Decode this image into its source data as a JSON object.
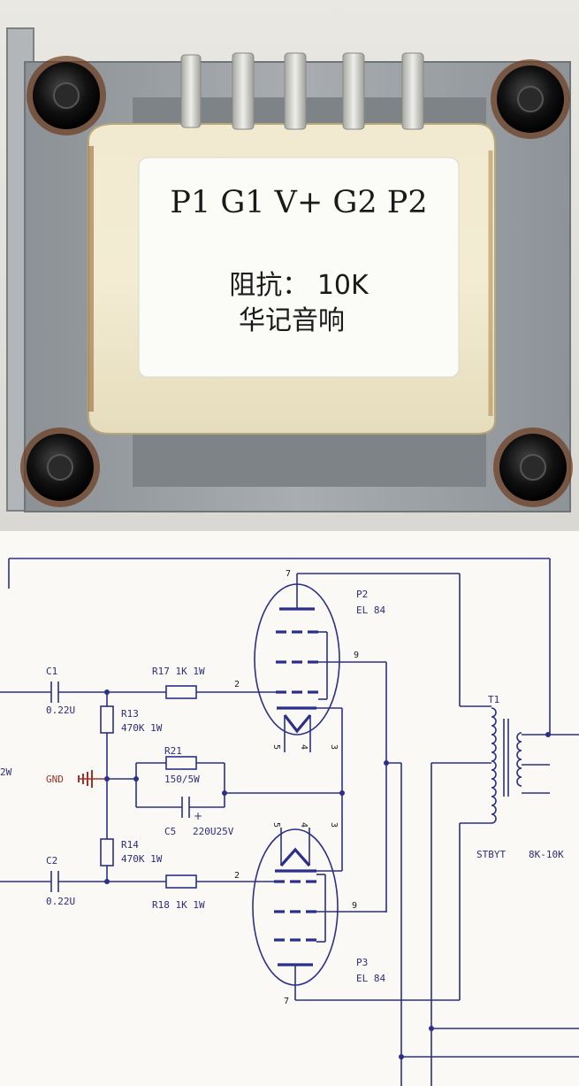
{
  "photo": {
    "label_line1": "P1 G1 V+ G2 P2",
    "label_line2": "阻抗：  10K",
    "label_line3": "华记音响"
  },
  "schematic": {
    "c1_name": "C1",
    "c1_value": "0.22U",
    "c2_name": "C2",
    "c2_value": "0.22U",
    "r17_label": "R17  1K  1W",
    "r18_label": "R18  1K  1W",
    "r13_name": "R13",
    "r13_value": "470K  1W",
    "r14_name": "R14",
    "r14_value": "470K  1W",
    "r21_name": "R21",
    "r21_value": "150/5W",
    "c5_name": "C5",
    "c5_value": "220U25V",
    "gnd_label": "GND",
    "edge_label": "2W",
    "p2_name": "P2",
    "p2_type": "EL 84",
    "p3_name": "P3",
    "p3_type": "EL 84",
    "t1_name": "T1",
    "t1_model": "STBYT",
    "t1_impedance": "8K-10K",
    "pin_labels": {
      "p2_pin7": "7",
      "p2_pin9": "9",
      "p2_pin2": "2",
      "p2_pin5": "5",
      "p2_pin4": "4",
      "p2_pin3": "3",
      "p3_pin5": "5",
      "p3_pin4": "4",
      "p3_pin3": "3",
      "p3_pin2": "2",
      "p3_pin9": "9",
      "p3_pin7": "7"
    }
  }
}
